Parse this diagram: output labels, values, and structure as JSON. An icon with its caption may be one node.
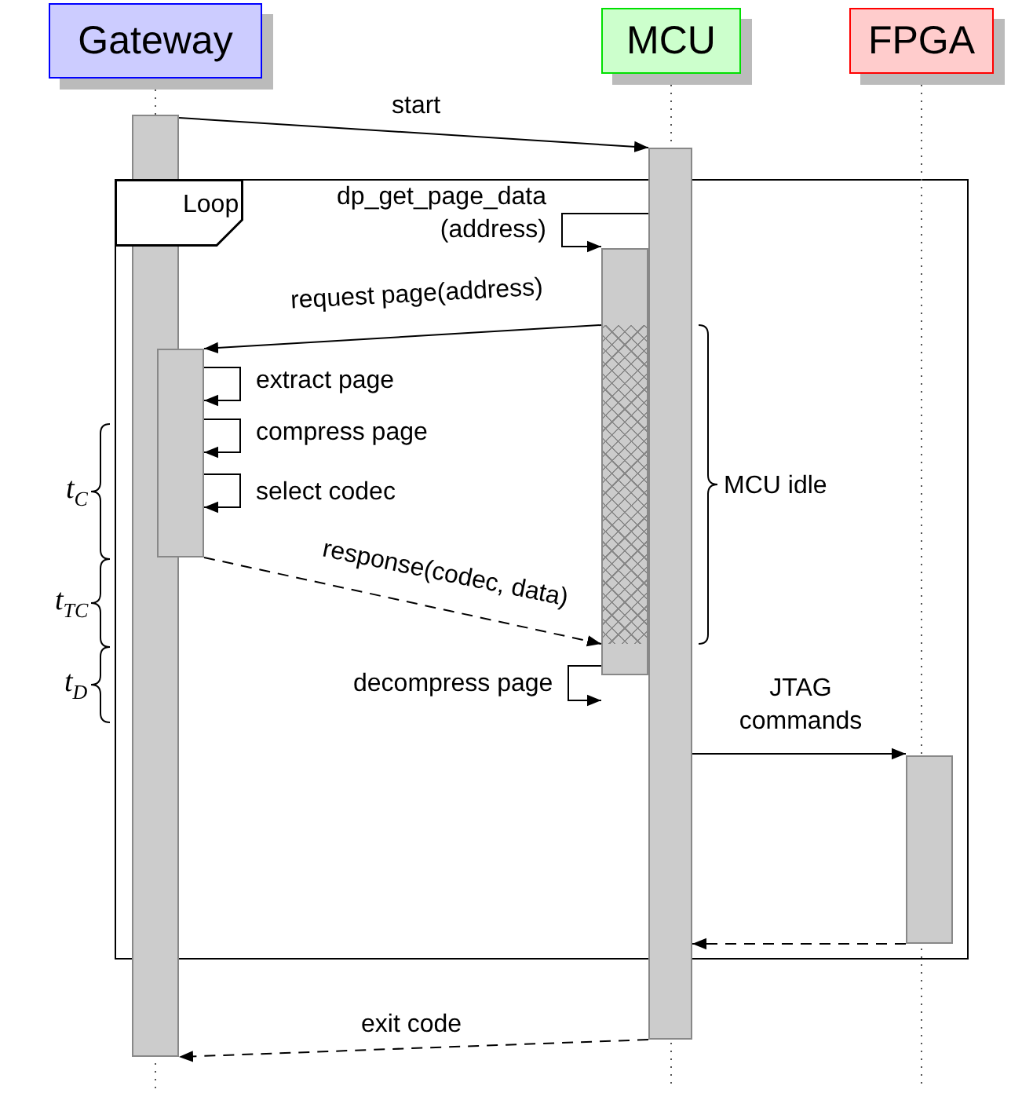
{
  "diagram": {
    "nodes": [
      {
        "text": [
          "Gateway"
        ]
      },
      {
        "text": [
          "MCU"
        ]
      },
      {
        "text": [
          "FPGA"
        ]
      },
      {
        "text": [
          "Loop"
        ]
      },
      {
        "text": [],
        "shape": "bar"
      },
      {
        "text": [],
        "shape": "bar"
      },
      {
        "text": [],
        "shape": "bar",
        "in": 3
      },
      {
        "text": [],
        "shape": "bar",
        "in": 3
      },
      {
        "text": [],
        "shape": "bar",
        "in": 3
      }
    ],
    "edges": [
      {
        "from": 4,
        "to": 5,
        "arrow": "to",
        "label": "start"
      },
      {
        "from": 5,
        "to": 6,
        "arrow": "to",
        "label": "dp_get_page_data (address)"
      },
      {
        "from": 6,
        "to": 7,
        "arrow": "to",
        "label": "request page(address)"
      },
      {
        "from": 7,
        "to": 7,
        "arrow": "to",
        "label": "extract page"
      },
      {
        "from": 7,
        "to": 7,
        "arrow": "to",
        "label": "compress page"
      },
      {
        "from": 7,
        "to": 7,
        "arrow": "to",
        "label": "select codec"
      },
      {
        "from": 7,
        "to": 6,
        "arrow": "to",
        "label": "response(codec, data)",
        "style": "dashed"
      },
      {
        "from": 6,
        "to": 6,
        "arrow": "to",
        "label": "decompress page"
      },
      {
        "from": 5,
        "to": 8,
        "arrow": "to",
        "label": "JTAG commands"
      },
      {
        "from": 8,
        "to": 5,
        "arrow": "to",
        "style": "dashed"
      },
      {
        "from": 5,
        "to": 4,
        "arrow": "to",
        "label": "exit code",
        "style": "dashed"
      }
    ],
    "labels": [
      "t$_{C}$",
      "MCU idle",
      "t$_{TC}$",
      "t$_{D}$"
    ]
  }
}
